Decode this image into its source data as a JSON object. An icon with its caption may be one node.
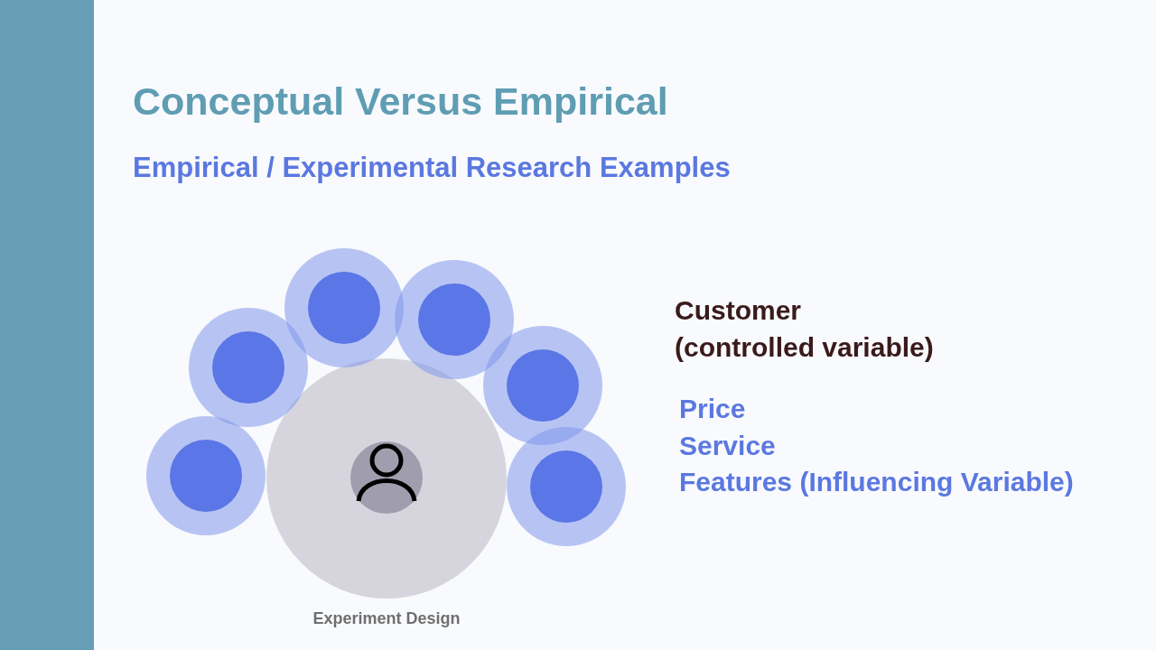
{
  "diagram": {
    "title": "Conceptual Versus Empirical",
    "nodes": [
      {
        "text": [],
        "shape": "bar"
      },
      {
        "text": [],
        "shape": "circle",
        "beside": [
          "Experiment Design"
        ]
      },
      {
        "text": [],
        "shape": "circle"
      },
      {
        "text": [],
        "shape": "circle"
      },
      {
        "text": [],
        "shape": "circle"
      },
      {
        "text": [],
        "shape": "circle"
      },
      {
        "text": [],
        "shape": "circle"
      },
      {
        "text": [],
        "shape": "circle"
      }
    ],
    "labels": [
      "Empirical / Experimental Research Examples",
      "Customer (controlled variable)",
      "Price",
      "Service",
      "Features (Influencing Variable)"
    ]
  }
}
